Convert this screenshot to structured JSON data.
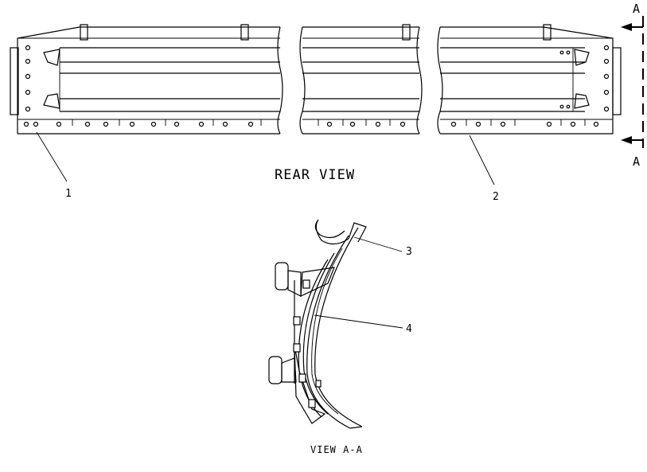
{
  "section_marks": {
    "top": "A",
    "bottom": "A"
  },
  "captions": {
    "rear_view": "REAR VIEW",
    "view_aa": "VIEW A-A"
  },
  "callouts": [
    "1",
    "2",
    "3",
    "4"
  ]
}
